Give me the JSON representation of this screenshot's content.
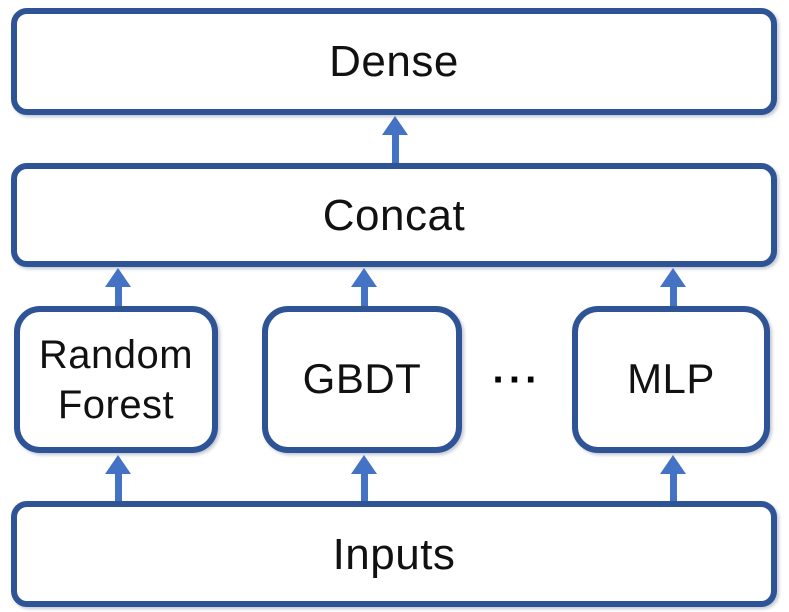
{
  "diagram": {
    "nodes": {
      "dense": {
        "label": "Dense"
      },
      "concat": {
        "label": "Concat"
      },
      "random_forest": {
        "label": "Random Forest"
      },
      "gbdt": {
        "label": "GBDT"
      },
      "ellipsis": {
        "label": "···"
      },
      "mlp": {
        "label": "MLP"
      },
      "inputs": {
        "label": "Inputs"
      }
    },
    "colors": {
      "box_border": "#2f5496",
      "arrow": "#4472c4",
      "text": "#111111",
      "background": "#ffffff"
    }
  }
}
